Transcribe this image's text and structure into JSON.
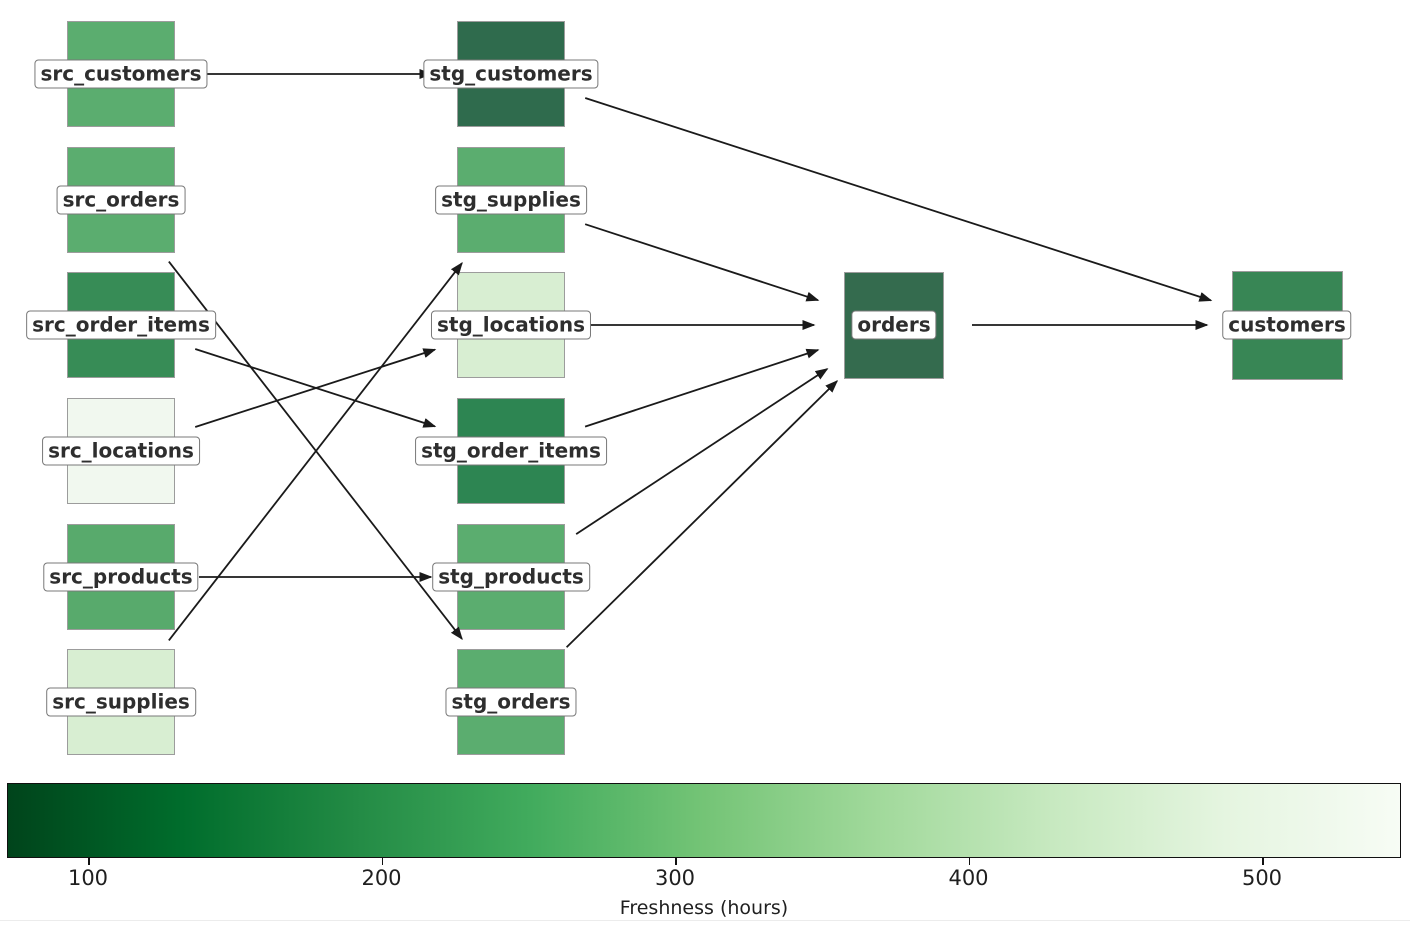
{
  "diagram": {
    "nodes": [
      {
        "id": "src_customers",
        "label": "src_customers",
        "color": "#5bad6f"
      },
      {
        "id": "src_orders",
        "label": "src_orders",
        "color": "#5bad6f"
      },
      {
        "id": "src_order_items",
        "label": "src_order_items",
        "color": "#378c56"
      },
      {
        "id": "src_locations",
        "label": "src_locations",
        "color": "#f1f8ef"
      },
      {
        "id": "src_products",
        "label": "src_products",
        "color": "#58aa6c"
      },
      {
        "id": "src_supplies",
        "label": "src_supplies",
        "color": "#d8eed2"
      },
      {
        "id": "stg_customers",
        "label": "stg_customers",
        "color": "#2f6b4d"
      },
      {
        "id": "stg_supplies",
        "label": "stg_supplies",
        "color": "#5bad6f"
      },
      {
        "id": "stg_locations",
        "label": "stg_locations",
        "color": "#d8eed2"
      },
      {
        "id": "stg_order_items",
        "label": "stg_order_items",
        "color": "#2d8552"
      },
      {
        "id": "stg_products",
        "label": "stg_products",
        "color": "#5bad6f"
      },
      {
        "id": "stg_orders",
        "label": "stg_orders",
        "color": "#5bad6f"
      },
      {
        "id": "orders",
        "label": "orders",
        "color": "#346b4e"
      },
      {
        "id": "customers",
        "label": "customers",
        "color": "#388655"
      }
    ],
    "edges": [
      {
        "from": "src_customers",
        "to": "stg_customers"
      },
      {
        "from": "src_orders",
        "to": "stg_orders"
      },
      {
        "from": "src_order_items",
        "to": "stg_order_items"
      },
      {
        "from": "src_locations",
        "to": "stg_locations"
      },
      {
        "from": "src_products",
        "to": "stg_products"
      },
      {
        "from": "src_supplies",
        "to": "stg_supplies"
      },
      {
        "from": "stg_customers",
        "to": "customers"
      },
      {
        "from": "stg_supplies",
        "to": "orders"
      },
      {
        "from": "stg_locations",
        "to": "orders"
      },
      {
        "from": "stg_order_items",
        "to": "orders"
      },
      {
        "from": "stg_products",
        "to": "orders"
      },
      {
        "from": "stg_orders",
        "to": "orders"
      },
      {
        "from": "orders",
        "to": "customers"
      }
    ],
    "edge_color": "#1a1a1a"
  },
  "colorbar": {
    "label": "Freshness (hours)",
    "tick_labels": [
      "100",
      "200",
      "300",
      "400",
      "500"
    ],
    "gradient": [
      "#00441b",
      "#006d2c",
      "#238b45",
      "#41ab5d",
      "#74c476",
      "#a1d99b",
      "#c7e9c0",
      "#e5f5e0",
      "#f7fcf5"
    ]
  }
}
